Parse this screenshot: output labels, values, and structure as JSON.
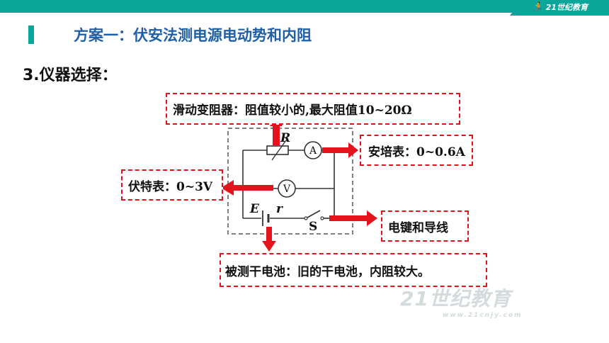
{
  "header": {
    "brand": "21世纪教育",
    "accent_color": "#0aa69a"
  },
  "slide": {
    "title": "方案一：伏安法测电源电动势和内阻",
    "heading": "3.仪器选择："
  },
  "annotations": {
    "rheostat": "滑动变阻器：阻值较小的,最大阻值10~20Ω",
    "ammeter": "安培表：0~0.6A",
    "voltmeter": "伏特表：0~3V",
    "switch_wires": "电键和导线",
    "battery": "被测干电池：旧的干电池，内阻较大。"
  },
  "circuit": {
    "resistor_label": "R",
    "ammeter_label": "A",
    "voltmeter_label": "V",
    "emf_label": "E",
    "internal_resistance_label": "r",
    "switch_label": "S"
  },
  "watermark": {
    "text": "21世纪教育",
    "url": "www.21cnjy.com"
  },
  "colors": {
    "title_blue": "#1f5fa6",
    "annotation_red": "#e3121b",
    "circuit_gray": "#808080"
  }
}
